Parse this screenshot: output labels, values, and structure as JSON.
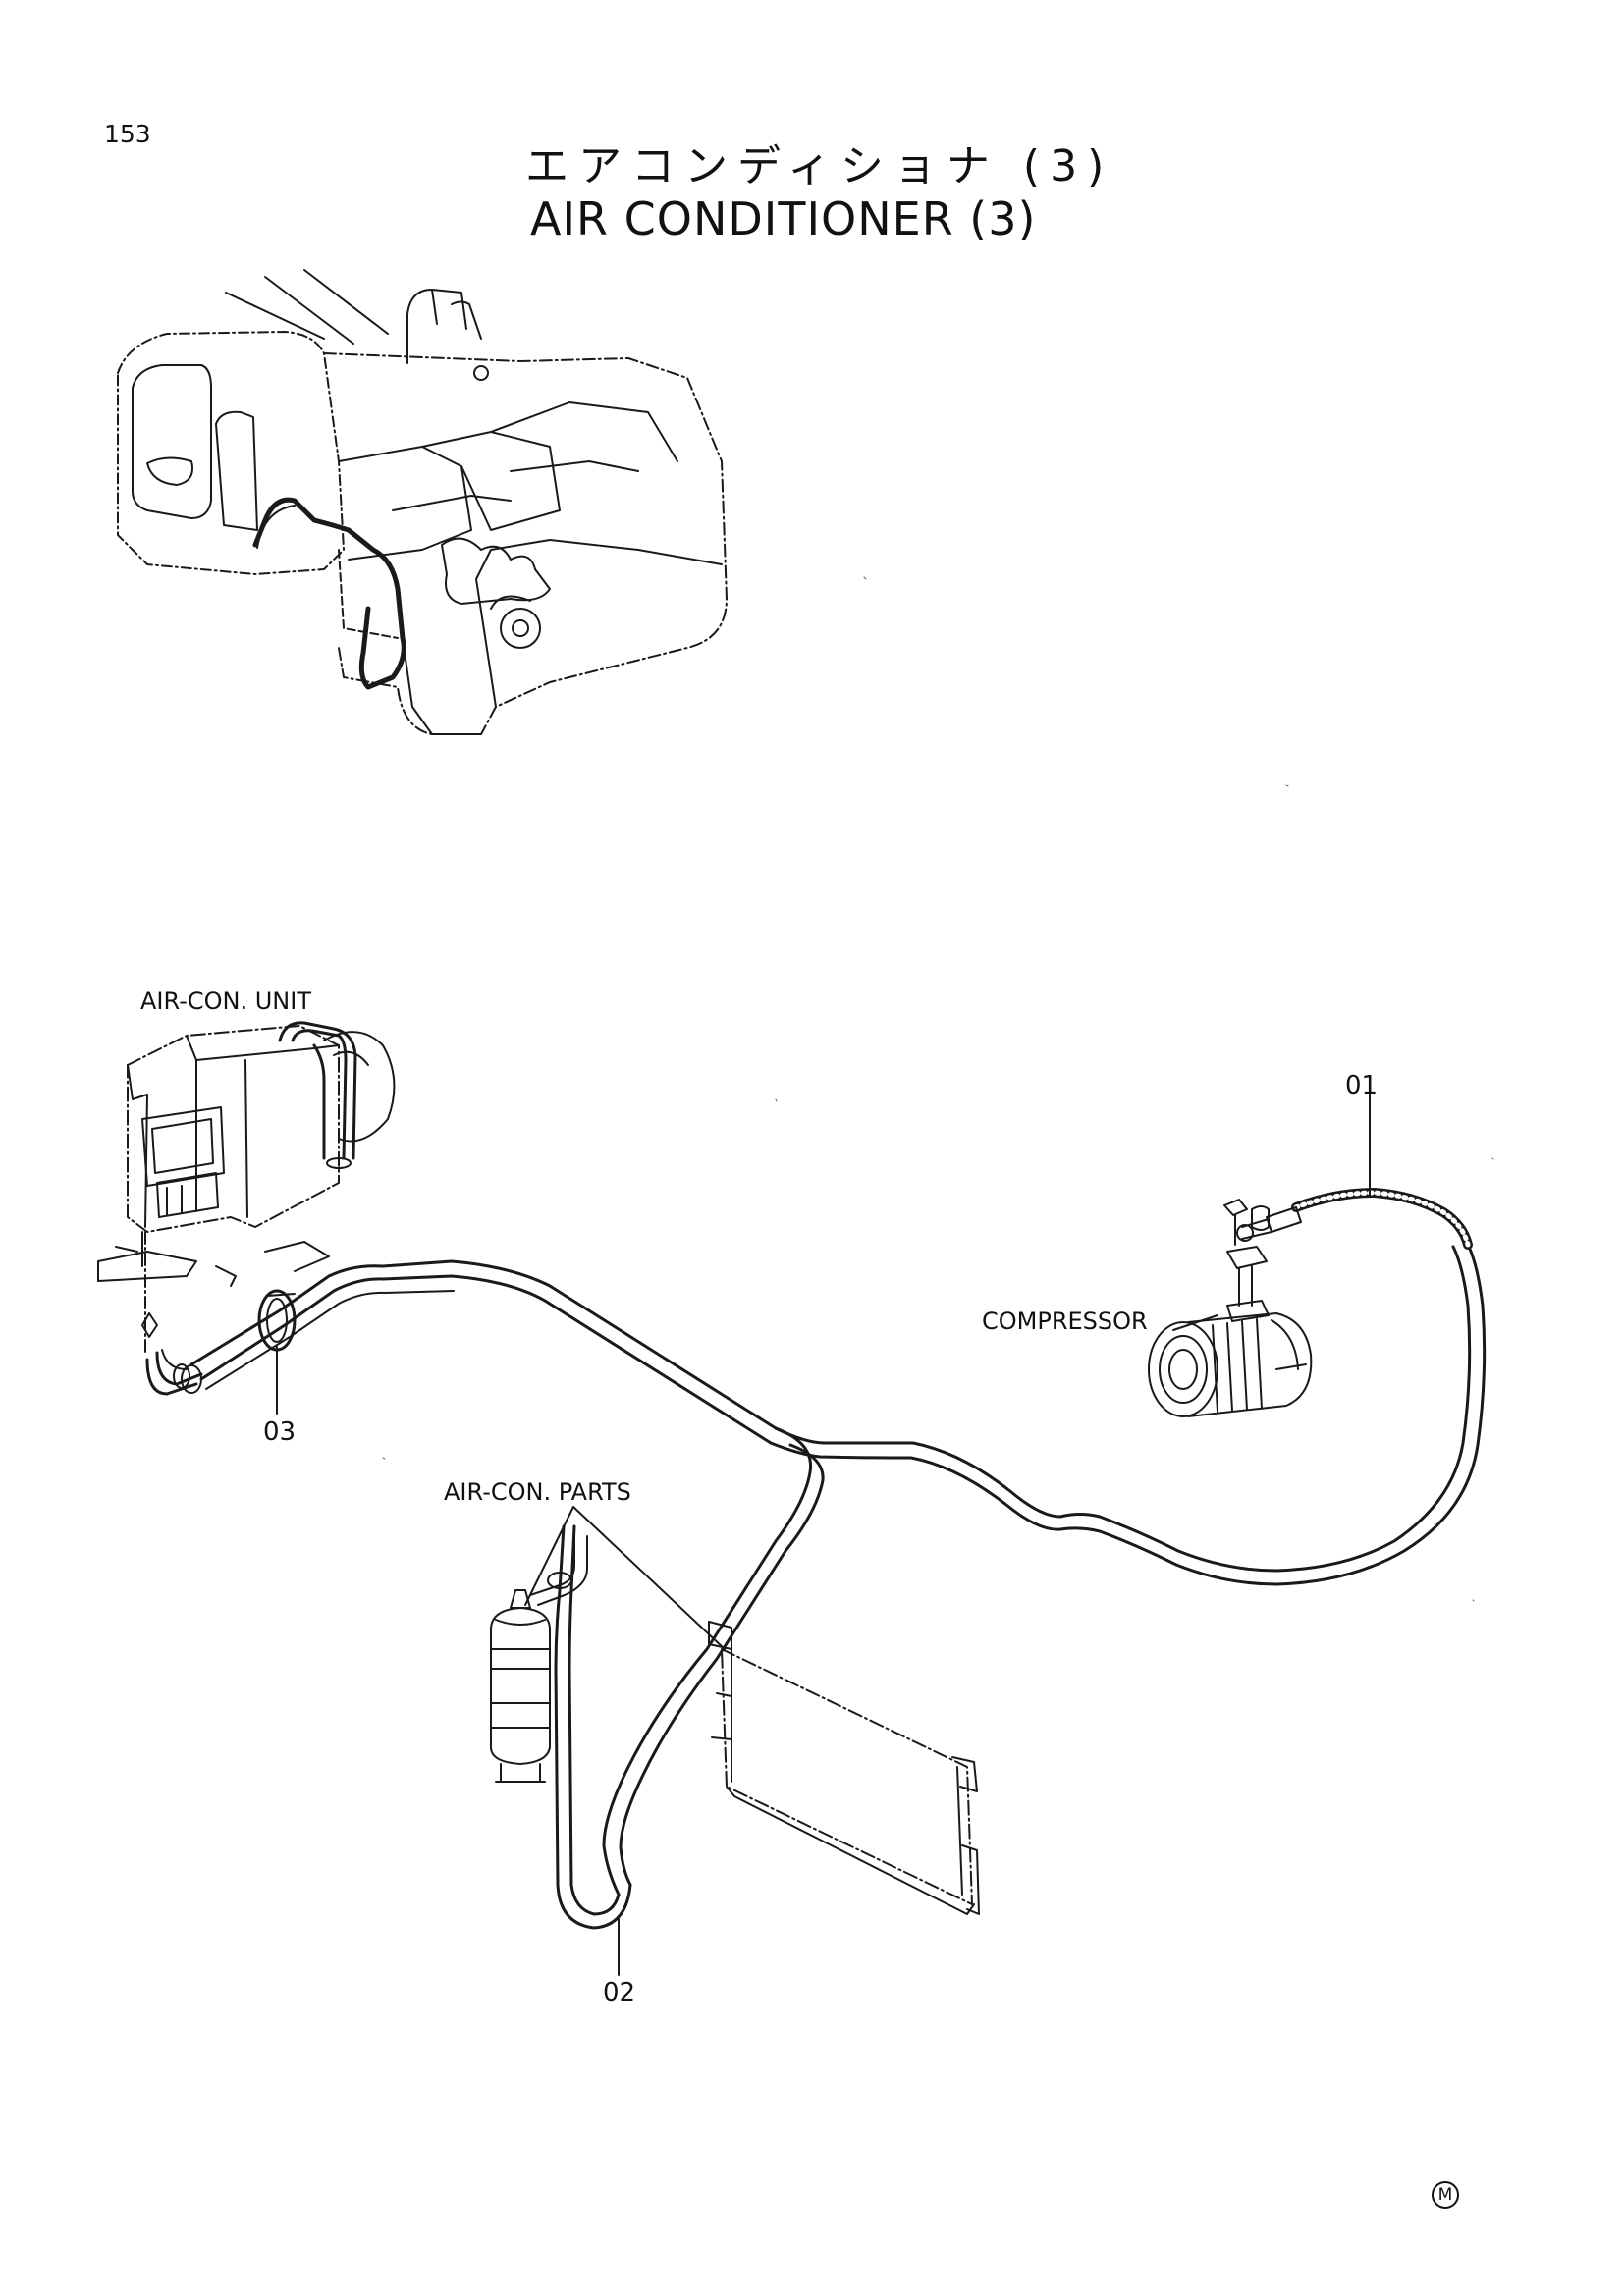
{
  "page": {
    "number": "153",
    "title_jp": "エアコンディショナ (3)",
    "title_en": "AIR CONDITIONER (3)"
  },
  "labels": {
    "aircon_unit": "AIR-CON. UNIT",
    "compressor": "COMPRESSOR",
    "aircon_parts": "AIR-CON. PARTS"
  },
  "callouts": {
    "c01": "01",
    "c02": "02",
    "c03": "03"
  },
  "footer": {
    "mark": "M"
  }
}
